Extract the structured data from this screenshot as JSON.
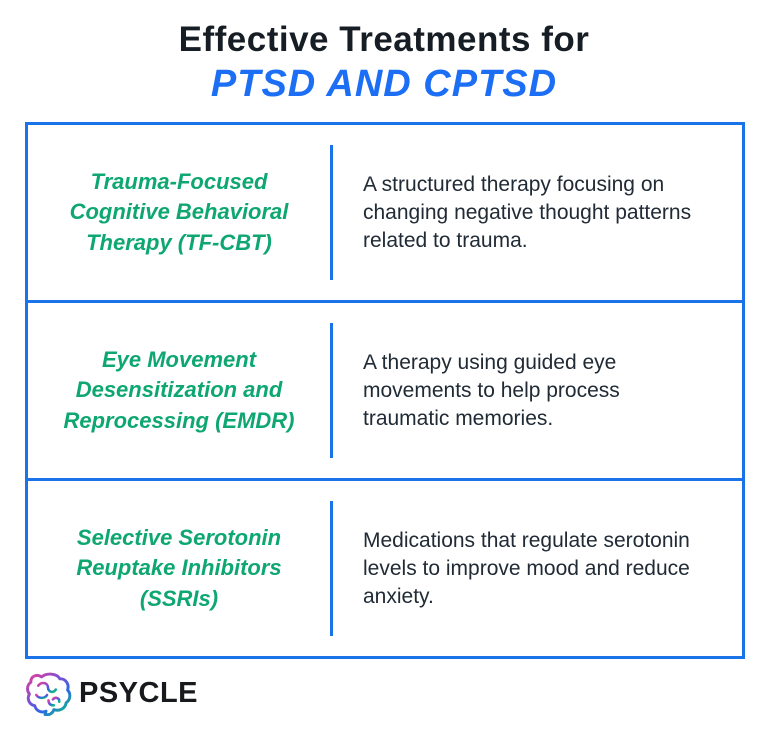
{
  "header": {
    "title_line1": "Effective Treatments for",
    "title_line2": "PTSD AND CPTSD"
  },
  "table": {
    "rows": [
      {
        "treatment": "Trauma-Focused Cognitive Behavioral Therapy (TF-CBT)",
        "description": "A structured therapy focusing on changing negative thought patterns related to trauma."
      },
      {
        "treatment": "Eye Movement Desensitization and Reprocessing (EMDR)",
        "description": "A therapy using guided eye movements to help process traumatic memories."
      },
      {
        "treatment": "Selective Serotonin Reuptake Inhibitors (SSRIs)",
        "description": "Medications that regulate serotonin levels to improve mood and reduce anxiety."
      }
    ]
  },
  "footer": {
    "brand": "PSYCLE"
  },
  "icons": {
    "logo": "brain-icon"
  },
  "colors": {
    "border_blue": "#1a73e8",
    "title_blue": "#1c6ef5",
    "treatment_green": "#0ea772",
    "text_dark": "#212b36",
    "brand_dark": "#17191c",
    "logo_gradient": [
      "#d8429f",
      "#7b4fd6",
      "#2a6be2",
      "#12b97f"
    ]
  }
}
